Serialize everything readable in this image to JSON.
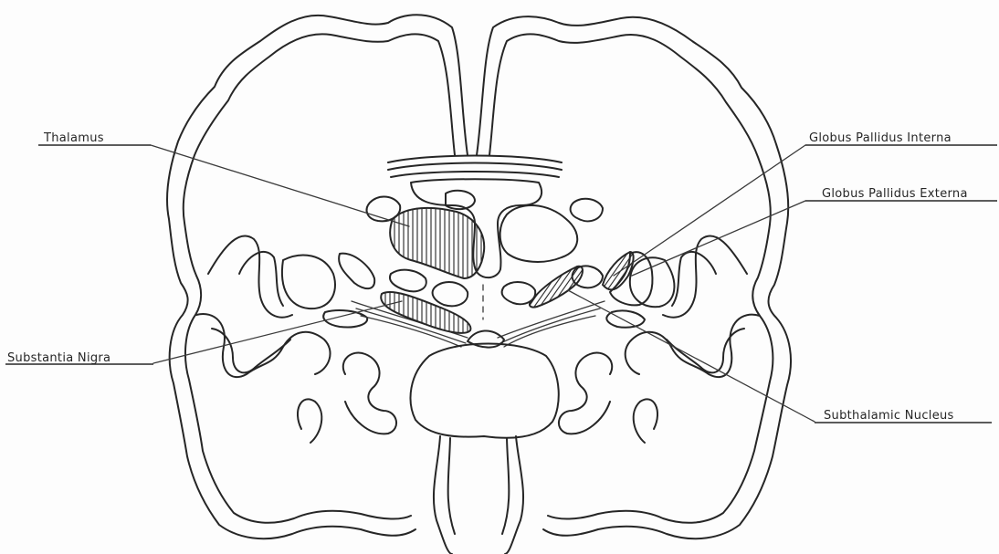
{
  "labels": {
    "thalamus": "Thalamus",
    "substantia_nigra": "Substantia Nigra",
    "globus_pallidus_interna": "Globus Pallidus Interna",
    "globus_pallidus_externa": "Globus Pallidus Externa",
    "subthalamic_nucleus": "Subthalamic Nucleus"
  },
  "colors": {
    "ink": "#262626",
    "paper": "#fdfdfd"
  }
}
